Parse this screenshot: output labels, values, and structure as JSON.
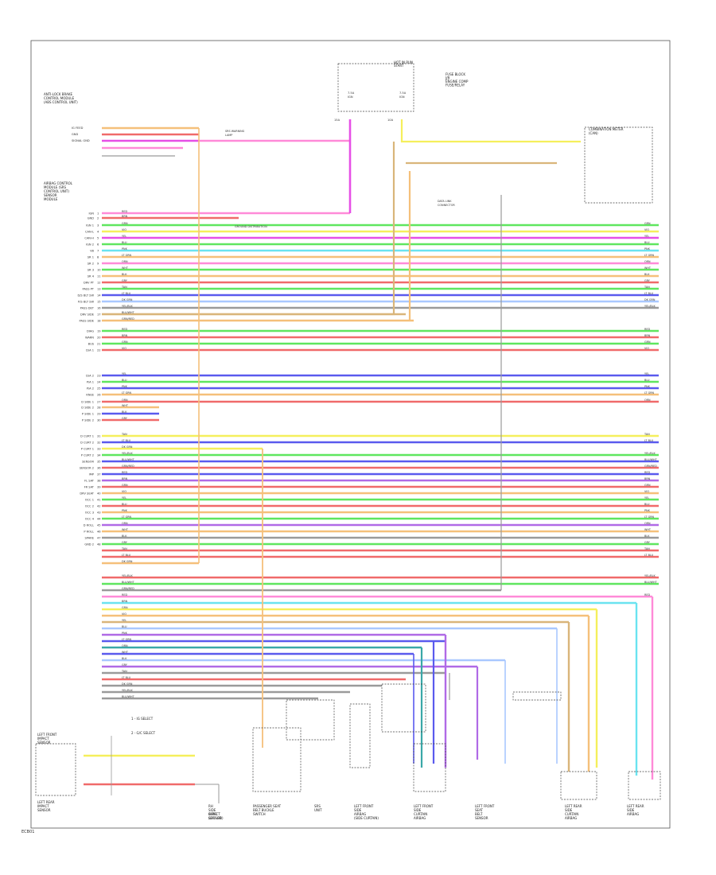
{
  "page_code": "ECB01",
  "header": {
    "ignition_title": [
      "HOT IN RUN",
      "START"
    ],
    "junction_note": [
      "FUSE BLOCK",
      "J/B",
      "ENGINE COMP",
      "FUSE/RELAY"
    ],
    "fuses": [
      "15A",
      "10A"
    ],
    "fuse_labels": [
      [
        "7.5A",
        "IGN"
      ],
      [
        "7.5A",
        "IGN"
      ]
    ]
  },
  "modules": {
    "abs_module": [
      "ANTI-LOCK BRAKE",
      "CONTROL MODULE",
      "(ABS CONTROL UNIT)"
    ],
    "abs_pins": [
      "IG FEED",
      "GND",
      "SIGNAL GND"
    ],
    "main_ecu": [
      "AIRBAG CONTROL",
      "MODULE (SRS",
      "CONTROL UNIT)",
      "SENSOR",
      "MODULE"
    ],
    "connector_right": [
      "COMBINATION METER",
      "(CAN)"
    ],
    "ground_note": "GROUND DISTRIBUTION",
    "dash_warning": [
      "SRS WARNING",
      "LAMP"
    ],
    "data_link": [
      "DATA LINK",
      "CONNECTOR"
    ]
  },
  "left_pins": [
    "IGN",
    "GND",
    "IGN 1",
    "CAN-L",
    "CAN-H",
    "IGN 2",
    "VB",
    "SR 1",
    "SR 2",
    "SR 3",
    "SR 4",
    "DRV PT",
    "PASS PT",
    "D/S BLT SW",
    "P/S BLT SW",
    "PASS DET",
    "DRV SIDE",
    "PASS SIDE",
    "DIAG",
    "WARN",
    "BUS",
    "D/A 1",
    "D/A 2",
    "P/A 1",
    "P/A 2",
    "KNEE",
    "D SIDE 1",
    "D SIDE 2",
    "P SIDE 1",
    "P SIDE 2",
    "D CURT 1",
    "D CURT 2",
    "P CURT 1",
    "P CURT 2",
    "SENSOR",
    "SENSOR 2",
    "IMP",
    "FL SAT",
    "FR SAT",
    "DRV SEAT",
    "OCC 1",
    "OCC 2",
    "OCC 3",
    "OCC 4",
    "D ROLL",
    "P ROLL",
    "SPARE",
    "GND 2"
  ],
  "wire_labels": [
    "RED",
    "BRN",
    "GRN",
    "VIO",
    "YEL",
    "BLU",
    "PNK",
    "LT GRN",
    "ORN",
    "WHT",
    "BLK",
    "GRY",
    "TAN",
    "LT BLU",
    "DK GRN",
    "YEL/BLK",
    "BLU/WHT",
    "GRN/RED"
  ],
  "bottom_components": [
    [
      "RH",
      "SIDE",
      "IMPACT",
      "SENSOR"
    ],
    [
      "PASSENGER SEAT",
      "BELT BUCKLE",
      "SWITCH"
    ],
    [
      "SRS",
      "UNIT"
    ],
    [
      "LEFT FRONT",
      "SIDE",
      "AIRBAG",
      "(SIDE CURTAIN)"
    ],
    [
      "LEFT FRONT",
      "SIDE",
      "CURTAIN",
      "AIRBAG"
    ],
    [
      "LEFT FRONT",
      "SEAT",
      "BELT",
      "SENSOR"
    ],
    [
      "LEFT REAR",
      "SIDE",
      "CURTAIN",
      "AIRBAG"
    ],
    [
      "LEFT REAR",
      "SIDE",
      "AIRBAG"
    ]
  ],
  "left_bottom": {
    "sensor_block": [
      "LEFT FRONT",
      "IMPACT",
      "SENSOR",
      "LEFT REAR",
      "IMPACT",
      "SENSOR"
    ],
    "legend": [
      "1 - IG SELECT",
      "2 - G/C SELECT"
    ],
    "ground": [
      "G202",
      "(L/C LED)"
    ]
  },
  "colors": {
    "red": "#f06a6a",
    "green": "#5fe65f",
    "pink": "#ff8ad8",
    "magenta": "#e64fe6",
    "yellow": "#f5ef5c",
    "blue": "#5a5aee",
    "cyan": "#6ae3f0",
    "orange": "#f5c07a",
    "tan": "#d9b57a",
    "violet": "#b06ae6",
    "grey": "#9a9a9a",
    "lightblue": "#a9c8ff",
    "teal": "#3aa8a8"
  }
}
